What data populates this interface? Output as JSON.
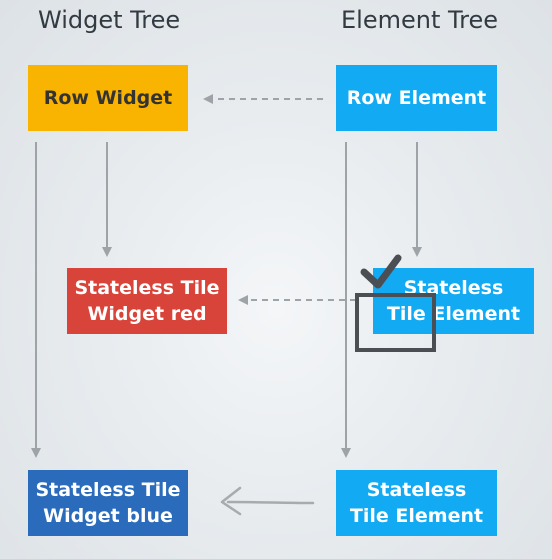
{
  "headings": {
    "widget_tree": "Widget Tree",
    "element_tree": "Element Tree"
  },
  "widget_nodes": {
    "row": "Row Widget",
    "tile_red": "Stateless Tile\nWidget red",
    "tile_blue": "Stateless Tile\nWidget blue"
  },
  "element_nodes": {
    "row": "Row Element",
    "tile_top": "Stateless\nTile Element",
    "tile_bottom": "Stateless\nTile Element"
  },
  "colors": {
    "row_widget": "#f8b400",
    "element": "#11aaf3",
    "widget_red": "#d9443a",
    "widget_blue": "#2b6bbb",
    "connector": "#9ea3a7",
    "annotation": "#4b4f53"
  }
}
